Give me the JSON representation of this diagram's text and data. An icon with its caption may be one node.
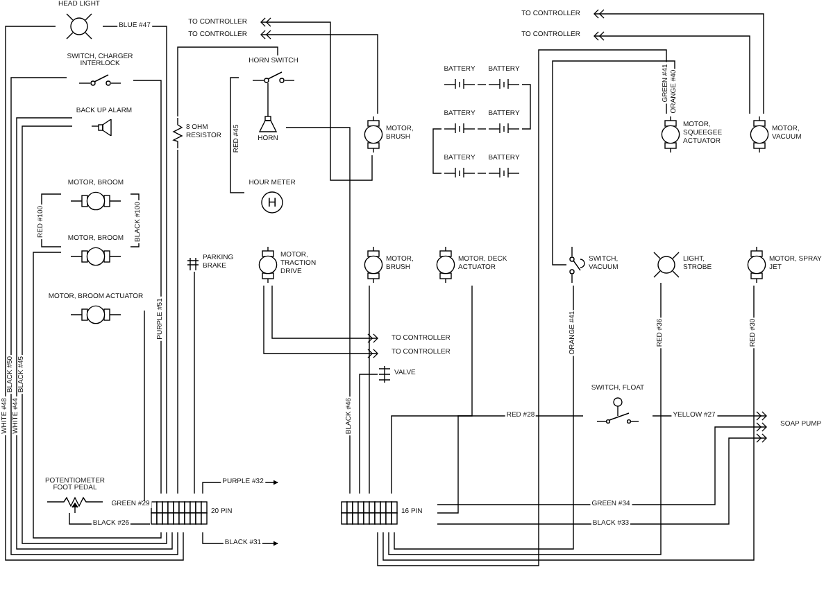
{
  "diagram": {
    "nodes": [
      {
        "text": [
          "HEAD LIGHT"
        ]
      },
      {
        "text": [
          "SWITCH, CHARGER INTERLOCK"
        ]
      },
      {
        "text": [
          "BACK UP ALARM"
        ]
      },
      {
        "text": [
          "8 OHM RESISTOR"
        ]
      },
      {
        "text": [
          "HORN SWITCH"
        ]
      },
      {
        "text": [
          "HORN"
        ]
      },
      {
        "text": [
          "HOUR METER",
          "H"
        ]
      },
      {
        "text": [
          "MOTOR, BROOM"
        ]
      },
      {
        "text": [
          "MOTOR, BROOM"
        ]
      },
      {
        "text": [
          "MOTOR, BROOM ACTUATOR"
        ]
      },
      {
        "text": [
          "PARKING BRAKE"
        ]
      },
      {
        "text": [
          "MOTOR, TRACTION DRIVE"
        ]
      },
      {
        "text": [
          "MOTOR, BRUSH"
        ]
      },
      {
        "text": [
          "MOTOR, BRUSH"
        ]
      },
      {
        "text": [
          "BATTERY"
        ]
      },
      {
        "text": [
          "BATTERY"
        ]
      },
      {
        "text": [
          "BATTERY"
        ]
      },
      {
        "text": [
          "BATTERY"
        ]
      },
      {
        "text": [
          "BATTERY"
        ]
      },
      {
        "text": [
          "BATTERY"
        ]
      },
      {
        "text": [
          "MOTOR, DECK ACTUATOR"
        ]
      },
      {
        "text": [
          "SWITCH, VACUUM"
        ]
      },
      {
        "text": [
          "LIGHT, STROBE"
        ]
      },
      {
        "text": [
          "MOTOR, SPRAY JET"
        ]
      },
      {
        "text": [
          "MOTOR, SQUEEGEE ACTUATOR"
        ]
      },
      {
        "text": [
          "MOTOR, VACUUM"
        ]
      },
      {
        "text": [
          "TO CONTROLLER"
        ]
      },
      {
        "text": [
          "TO CONTROLLER"
        ]
      },
      {
        "text": [
          "TO CONTROLLER"
        ]
      },
      {
        "text": [
          "TO CONTROLLER"
        ]
      },
      {
        "text": [
          "TO CONTROLLER"
        ]
      },
      {
        "text": [
          "TO CONTROLLER"
        ]
      },
      {
        "text": [
          "VALVE"
        ]
      },
      {
        "text": [
          "POTENTIOMETER FOOT PEDAL"
        ]
      },
      {
        "text": [
          "20 PIN"
        ]
      },
      {
        "text": [
          "16 PIN"
        ]
      },
      {
        "text": [
          "SWITCH, FLOAT"
        ]
      },
      {
        "text": [
          "SOAP PUMP"
        ]
      }
    ],
    "edges": [
      {
        "from": 0,
        "to": 34,
        "arrow": "none",
        "label": "WHITE #48"
      },
      {
        "from": 0,
        "to": 34,
        "arrow": "none",
        "label": "BLUE #47"
      },
      {
        "from": 1,
        "to": 34,
        "arrow": "none",
        "label": "BLACK #50"
      },
      {
        "from": 1,
        "to": 34,
        "arrow": "none",
        "label": "PURPLE #51"
      },
      {
        "from": 2,
        "to": 34,
        "arrow": "none",
        "label": "WHITE #44"
      },
      {
        "from": 2,
        "to": 34,
        "arrow": "none",
        "label": "BLACK #45"
      },
      {
        "from": 7,
        "to": 8,
        "arrow": "none",
        "label": "BLACK #100"
      },
      {
        "from": 7,
        "to": 8,
        "arrow": "none",
        "label": "RED #100"
      },
      {
        "from": 8,
        "to": 34,
        "arrow": "none"
      },
      {
        "from": 9,
        "to": 34,
        "arrow": "none"
      },
      {
        "from": 3,
        "to": 34,
        "arrow": "none"
      },
      {
        "from": 4,
        "to": 3,
        "arrow": "none"
      },
      {
        "from": 4,
        "to": 6,
        "arrow": "none",
        "label": "RED #45"
      },
      {
        "from": 4,
        "to": 5,
        "arrow": "none"
      },
      {
        "from": 5,
        "to": 35,
        "arrow": "none",
        "label": "BLACK #46"
      },
      {
        "from": 10,
        "to": 34,
        "arrow": "none"
      },
      {
        "from": 11,
        "to": 30,
        "arrow": "to"
      },
      {
        "from": 11,
        "to": 31,
        "arrow": "to"
      },
      {
        "from": 12,
        "to": 26,
        "arrow": "to"
      },
      {
        "from": 12,
        "to": 27,
        "arrow": "to"
      },
      {
        "from": 13,
        "to": 35,
        "arrow": "none"
      },
      {
        "from": 32,
        "to": 35,
        "arrow": "none"
      },
      {
        "from": 20,
        "to": 35,
        "arrow": "none"
      },
      {
        "from": 14,
        "to": 15,
        "arrow": "none"
      },
      {
        "from": 15,
        "to": 17,
        "arrow": "none"
      },
      {
        "from": 17,
        "to": 16,
        "arrow": "none"
      },
      {
        "from": 16,
        "to": 18,
        "arrow": "none"
      },
      {
        "from": 18,
        "to": 19,
        "arrow": "none"
      },
      {
        "from": 25,
        "to": 28,
        "arrow": "to"
      },
      {
        "from": 25,
        "to": 29,
        "arrow": "to"
      },
      {
        "from": 24,
        "to": 35,
        "arrow": "none",
        "label": "GREEN #41"
      },
      {
        "from": 24,
        "to": 21,
        "arrow": "none",
        "label": "ORANGE #40"
      },
      {
        "from": 21,
        "to": 35,
        "arrow": "none",
        "label": "ORANGE #41"
      },
      {
        "from": 22,
        "to": 35,
        "arrow": "none",
        "label": "RED #36"
      },
      {
        "from": 23,
        "to": 35,
        "arrow": "none",
        "label": "RED #30"
      },
      {
        "from": 35,
        "to": 36,
        "arrow": "none",
        "label": "RED #28"
      },
      {
        "from": 36,
        "to": 37,
        "arrow": "to",
        "label": "YELLOW #27"
      },
      {
        "from": 35,
        "to": 37,
        "arrow": "to",
        "label": "GREEN #34"
      },
      {
        "from": 35,
        "to": 37,
        "arrow": "to",
        "label": "BLACK #33"
      },
      {
        "from": 33,
        "to": 34,
        "arrow": "none",
        "label": "GREEN #29"
      },
      {
        "from": 33,
        "to": 34,
        "arrow": "none",
        "label": "BLACK #26"
      },
      {
        "from": 34,
        "to": null,
        "arrow": "to",
        "label": "PURPLE #32"
      },
      {
        "from": 34,
        "to": null,
        "arrow": "to",
        "label": "BLACK #31"
      }
    ]
  }
}
